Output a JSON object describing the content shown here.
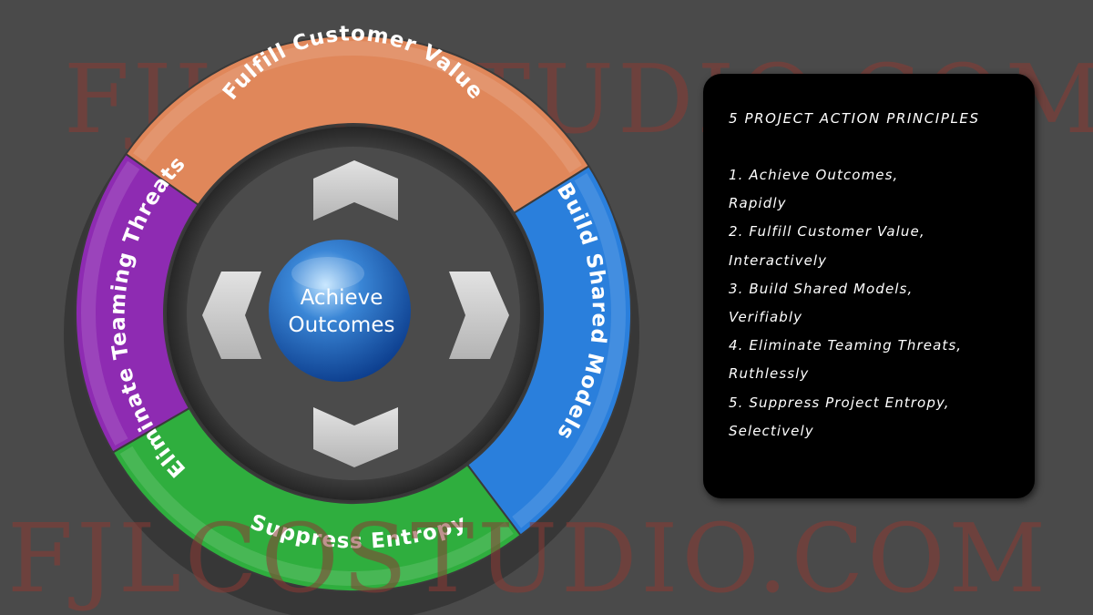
{
  "watermark": {
    "top": "FJLCOSTUDIO.COM",
    "bottom": "FJLCOSTUDIO.COM"
  },
  "diagram": {
    "center": {
      "line1": "Achieve",
      "line2": "Outcomes"
    },
    "segments": [
      {
        "id": "top",
        "label": "Fulfill Customer Value",
        "color": "#e0875a"
      },
      {
        "id": "right",
        "label": "Build Shared Models",
        "color": "#2a7fdc"
      },
      {
        "id": "bottom",
        "label": "Suppress Entropy",
        "color": "#2fae3e"
      },
      {
        "id": "left",
        "label": "Eliminate Teaming Threats",
        "color": "#8e2bb2"
      }
    ],
    "center_color": "#3a86d6",
    "arrow_color": "#c8c8c8"
  },
  "panel": {
    "title": "5 PROJECT ACTION PRINCIPLES",
    "lines": [
      "1. Achieve Outcomes,",
      "Rapidly",
      "2. Fulfill Customer Value,",
      "Interactively",
      "3. Build Shared Models,",
      "Verifiably",
      "4. Eliminate Teaming Threats,",
      "Ruthlessly",
      "5. Suppress Project Entropy,",
      "Selectively"
    ]
  }
}
